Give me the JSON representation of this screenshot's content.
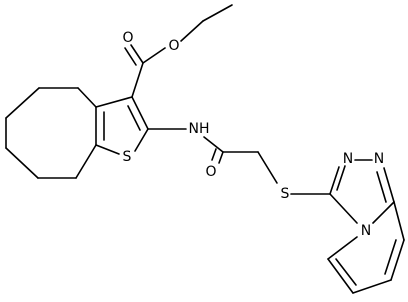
{
  "molecule": {
    "atoms": {
      "ester_o_carbonyl": "O",
      "ester_o_ether": "O",
      "thiophene_s": "S",
      "amide_nh": "NH",
      "amide_o": "O",
      "thioether_s": "S",
      "triazole_n1": "N",
      "triazole_n2": "N",
      "bridge_n": "N"
    }
  }
}
